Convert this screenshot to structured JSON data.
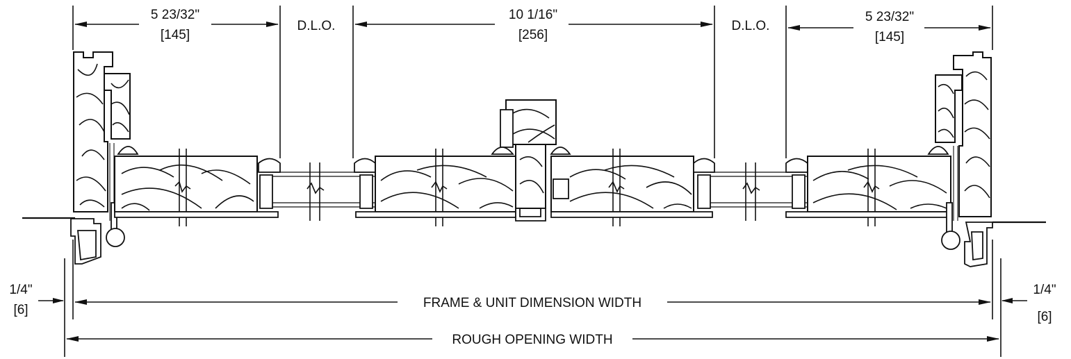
{
  "dimensions": {
    "left_sash_width": {
      "imperial": "5 23/32\"",
      "metric": "[145]"
    },
    "left_dlo": "D.L.O.",
    "center_width": {
      "imperial": "10 1/16\"",
      "metric": "[256]"
    },
    "right_dlo": "D.L.O.",
    "right_sash_width": {
      "imperial": "5 23/32\"",
      "metric": "[145]"
    },
    "left_shim": {
      "imperial": "1/4\"",
      "metric": "[6]"
    },
    "right_shim": {
      "imperial": "1/4\"",
      "metric": "[6]"
    },
    "frame_unit_width": "FRAME & UNIT DIMENSION WIDTH",
    "rough_opening_width": "ROUGH OPENING WIDTH"
  }
}
